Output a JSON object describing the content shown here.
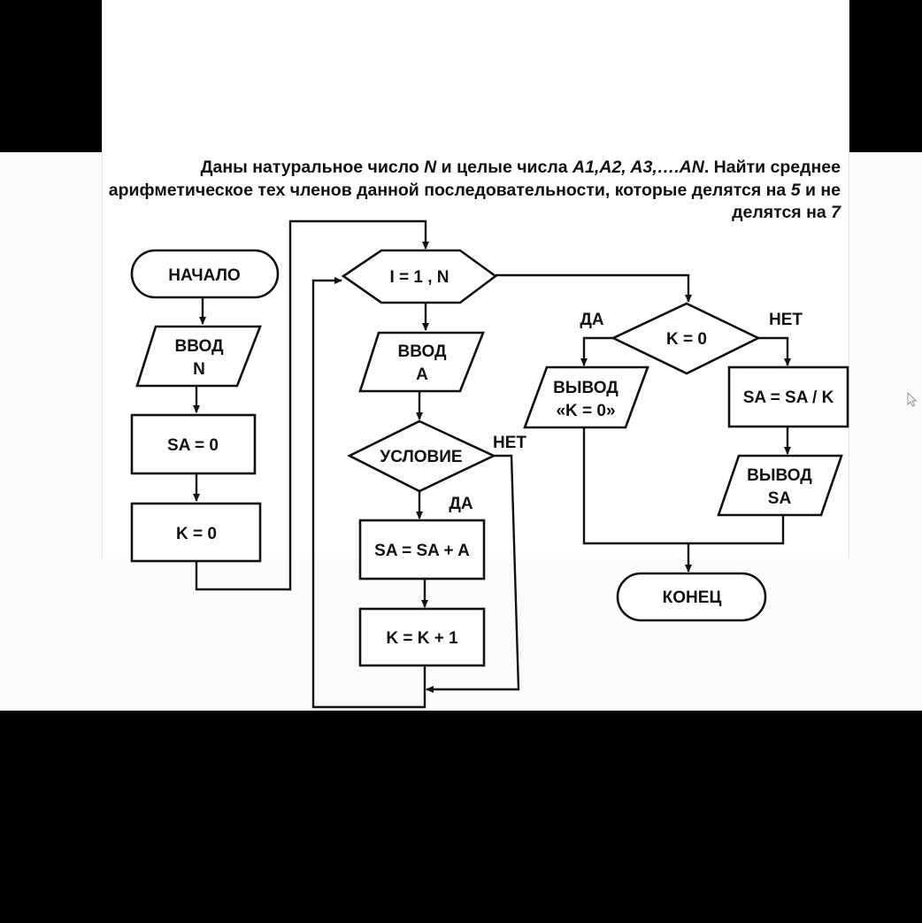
{
  "task": {
    "parts": [
      {
        "text": "Даны натуральное число ",
        "italic": false
      },
      {
        "text": "N",
        "italic": true
      },
      {
        "text": " и целые числа ",
        "italic": false
      },
      {
        "text": "A1,A2, A3,….AN",
        "italic": true
      },
      {
        "text": ". Найти среднее арифметическое тех членов данной последовательности, которые делятся на ",
        "italic": false
      },
      {
        "text": "5",
        "italic": true
      },
      {
        "text": " и не делятся на ",
        "italic": false
      },
      {
        "text": "7",
        "italic": true
      }
    ]
  },
  "flowchart": {
    "start": "НАЧАЛО",
    "input_n": [
      "ВВОД",
      "N"
    ],
    "init_sa": "SA = 0",
    "init_k": "K = 0",
    "loop": "I = 1 , N",
    "input_a": [
      "ВВОД",
      "A"
    ],
    "condition": "УСЛОВИЕ",
    "cond_yes": "ДА",
    "cond_no": "НЕТ",
    "sum": "SA = SA + A",
    "inc": "K = K + 1",
    "check_k": "K = 0",
    "check_yes": "ДА",
    "check_no": "НЕТ",
    "output_k0": [
      "ВЫВОД",
      "«K = 0»"
    ],
    "divide": "SA = SA / K",
    "output_sa": [
      "ВЫВОД",
      "SA"
    ],
    "end": "КОНЕЦ"
  },
  "icons": {
    "cursor": "mouse-pointer-icon"
  }
}
